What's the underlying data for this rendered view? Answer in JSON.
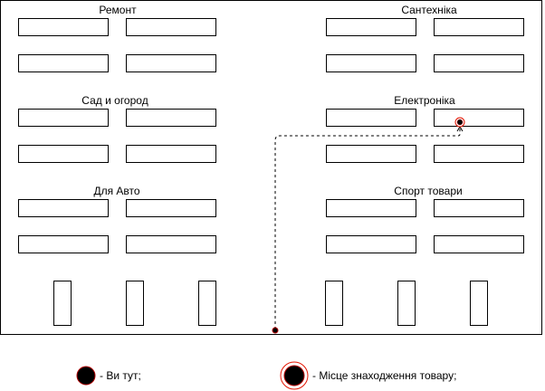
{
  "sections": {
    "remont": "Ремонт",
    "santekhnika": "Сантехніка",
    "sad_ogorod": "Сад и огород",
    "elektronika": "Електроніка",
    "dlya_avto": "Для Авто",
    "sport_tovary": "Спорт товари"
  },
  "legend": {
    "you_are_here": "- Ви тут;",
    "product_location": "- Місце знаходження товару;"
  },
  "colors": {
    "marker_fill": "#000000",
    "marker_stroke": "#B20000",
    "product_ring": "#E51400",
    "line": "#000000"
  }
}
